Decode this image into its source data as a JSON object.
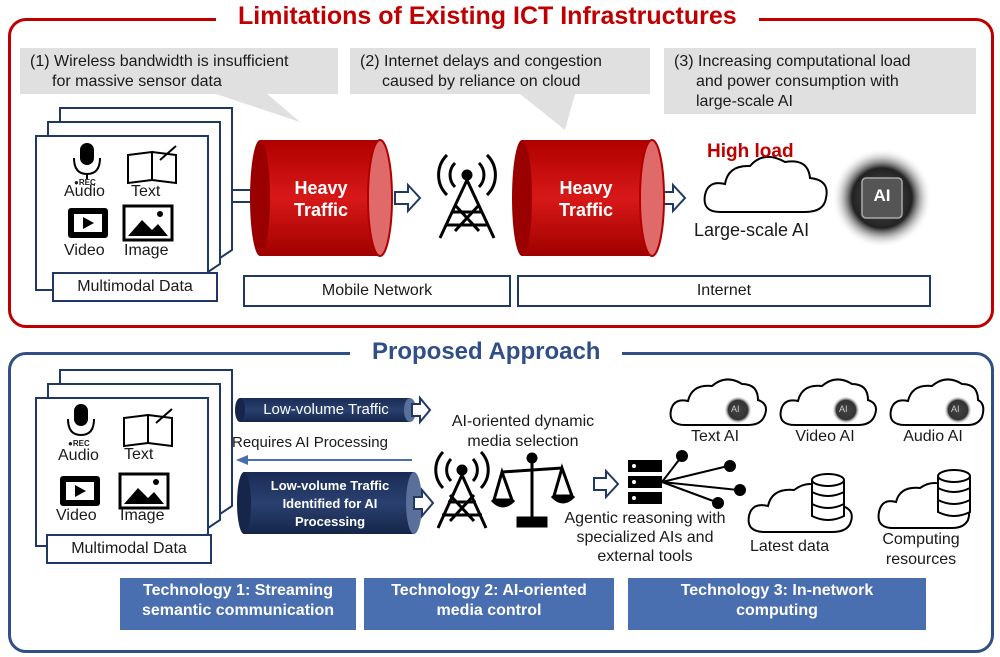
{
  "top": {
    "title": "Limitations of Existing ICT Infrastructures",
    "callouts": [
      {
        "line1": "(1) Wireless bandwidth is insufficient",
        "line2": "for massive sensor data"
      },
      {
        "line1": "(2) Internet delays and congestion",
        "line2": "caused by reliance on cloud"
      },
      {
        "line1": "(3) Increasing computational load",
        "line2": "and power consumption with",
        "line3": "large-scale AI"
      }
    ],
    "data": {
      "audio": "Audio",
      "text": "Text",
      "video": "Video",
      "image": "Image",
      "rec": "●REC",
      "caption": "Multimodal Data"
    },
    "pipe1": {
      "line1": "Heavy",
      "line2": "Traffic"
    },
    "pipe2": {
      "line1": "Heavy",
      "line2": "Traffic"
    },
    "mobile_network": "Mobile Network",
    "internet": "Internet",
    "high_load": "High load",
    "large_ai": "Large-scale AI",
    "ai_chip": "AI"
  },
  "bottom": {
    "title": "Proposed Approach",
    "data": {
      "audio": "Audio",
      "text": "Text",
      "video": "Video",
      "image": "Image",
      "rec": "●REC",
      "caption": "Multimodal Data"
    },
    "low_traffic": "Low-volume Traffic",
    "requires_ai": "Requires AI Processing",
    "identified": {
      "line1": "Low-volume Traffic",
      "line2": "Identified for AI",
      "line3": "Processing"
    },
    "media_selection": {
      "line1": "AI-oriented dynamic",
      "line2": "media selection"
    },
    "agentic": {
      "line1": "Agentic reasoning with",
      "line2": "specialized AIs and",
      "line3": "external tools"
    },
    "clouds": [
      {
        "label": "Text AI",
        "badge": "AI"
      },
      {
        "label": "Video AI",
        "badge": "AI"
      },
      {
        "label": "Audio AI",
        "badge": "AI"
      }
    ],
    "latest_data": "Latest data",
    "computing": {
      "line1": "Computing",
      "line2": "resources"
    },
    "tech": [
      {
        "line1": "Technology 1: Streaming",
        "line2": "semantic communication"
      },
      {
        "line1": "Technology 2: AI-oriented",
        "line2": "media control"
      },
      {
        "line1": "Technology 3: In-network",
        "line2": "computing"
      }
    ]
  },
  "colors": {
    "red": "#c00000",
    "navy": "#1f3864",
    "blue": "#2f4f86",
    "tech_blue": "#4a6fb0",
    "callout_gray": "#e0e0e0"
  }
}
